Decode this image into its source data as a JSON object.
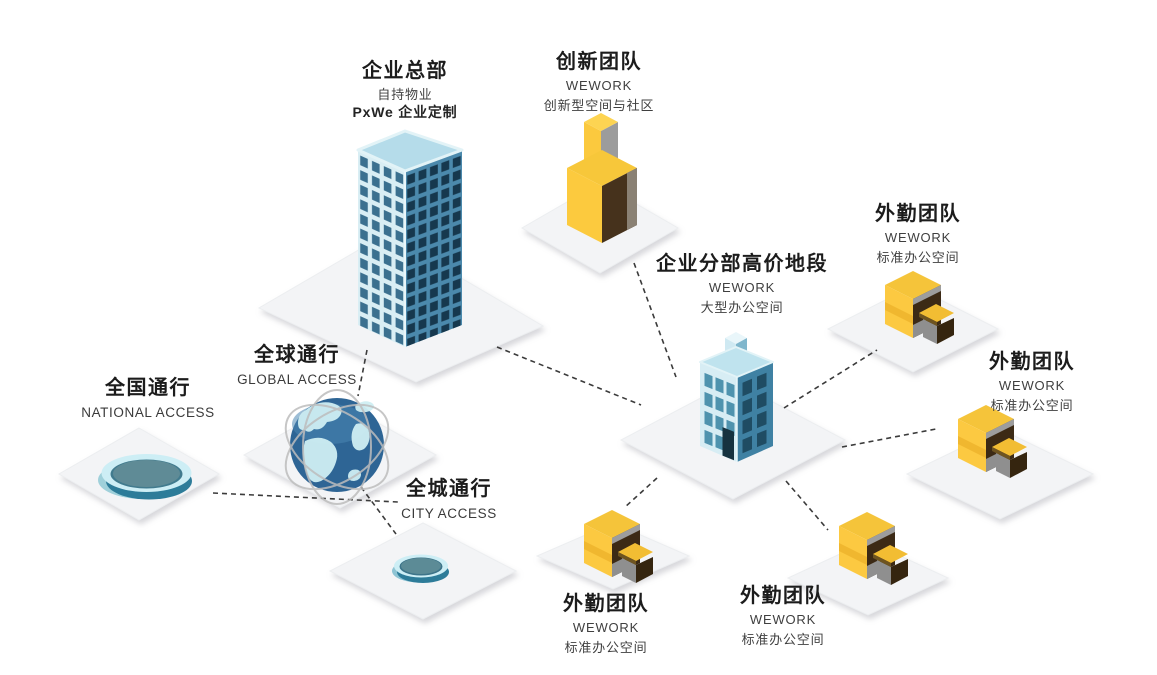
{
  "nodes": {
    "hq": {
      "title": "企业总部",
      "subtitle1": "自持物业",
      "subtitle2": "PxWe 企业定制"
    },
    "innovation": {
      "title": "创新团队",
      "subtitle1": "WEWORK",
      "subtitle2": "创新型空间与社区"
    },
    "branch": {
      "title": "企业分部高价地段",
      "subtitle1": "WEWORK",
      "subtitle2": "大型办公空间"
    },
    "field_top_right": {
      "title": "外勤团队",
      "subtitle1": "WEWORK",
      "subtitle2": "标准办公空间"
    },
    "field_right": {
      "title": "外勤团队",
      "subtitle1": "WEWORK",
      "subtitle2": "标准办公空间"
    },
    "field_bottom_right": {
      "title": "外勤团队",
      "subtitle1": "WEWORK",
      "subtitle2": "标准办公空间"
    },
    "field_bottom_left": {
      "title": "外勤团队",
      "subtitle1": "WEWORK",
      "subtitle2": "标准办公空间"
    },
    "global_access": {
      "title": "全球通行",
      "subtitle1": "GLOBAL ACCESS"
    },
    "national_access": {
      "title": "全国通行",
      "subtitle1": "NATIONAL ACCESS"
    },
    "city_access": {
      "title": "全城通行",
      "subtitle1": "CITY ACCESS"
    }
  },
  "colors": {
    "accent_yellow": "#f6c53c",
    "dark_brown": "#3c2a15",
    "building_blue": "#4b89ac",
    "building_blue_light": "#d9eef4",
    "window_navy": "#17374d",
    "teal_disc": "#5f8b96",
    "globe_blue": "#2e6595",
    "platform_gray": "#f4f4f6",
    "connector_dark": "#3b3b3b"
  }
}
